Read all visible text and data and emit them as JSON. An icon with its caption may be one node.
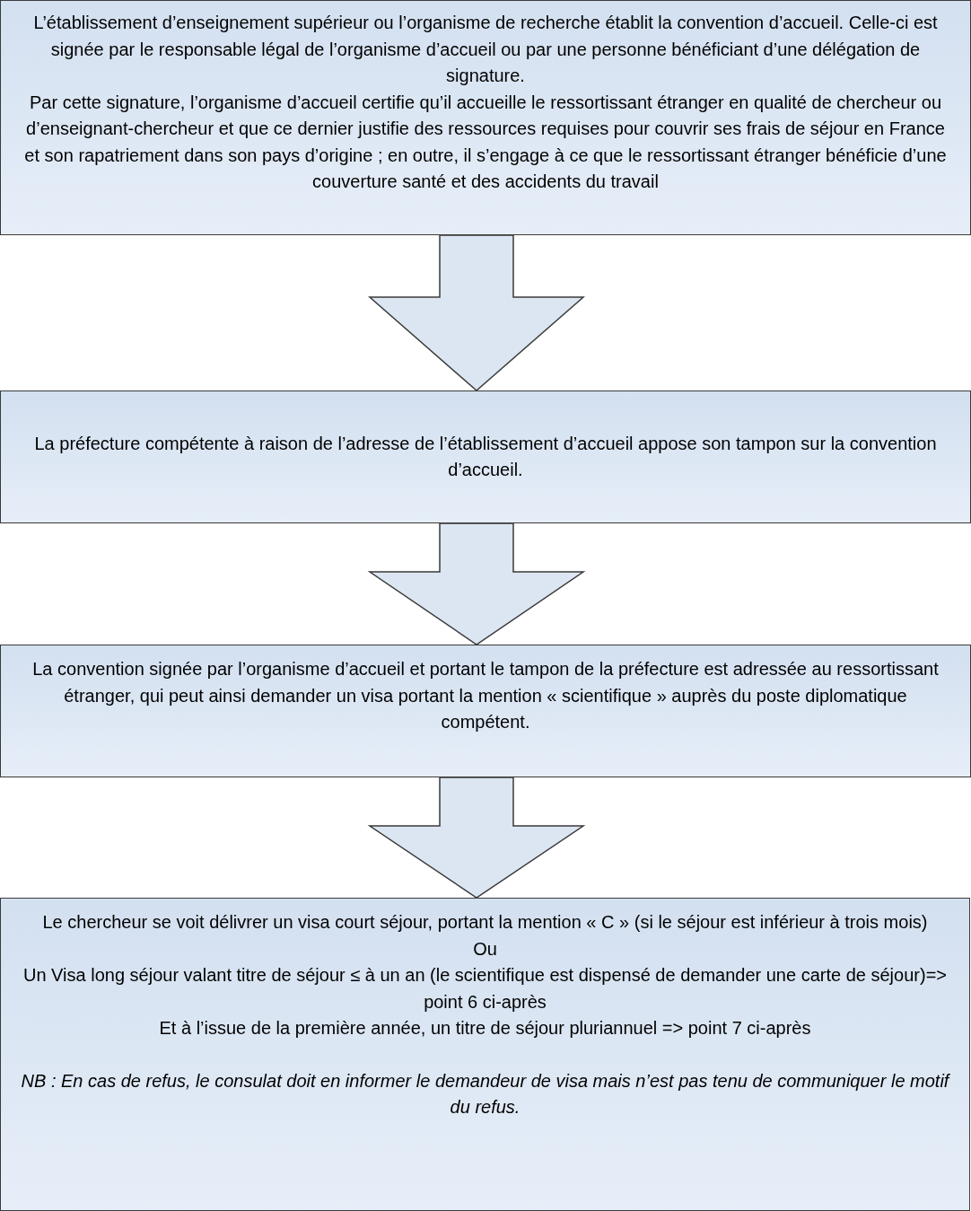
{
  "diagram": {
    "nodes": [
      {
        "text": [
          "L’établissement d’enseignement supérieur ou l’organisme de recherche établit la convention d’accueil. Celle-ci est signée par le responsable légal de l’organisme d’accueil ou par une personne bénéficiant d’une délégation de signature.",
          "Par cette signature, l’organisme d’accueil certifie qu’il accueille le ressortissant étranger en qualité de chercheur ou d’enseignant-chercheur et que ce dernier justifie des ressources requises pour couvrir ses frais de séjour en France et son rapatriement dans son pays d’origine ; en outre, il s’engage à ce que le ressortissant étranger bénéficie d’une couverture santé et des accidents du travail"
        ]
      },
      {
        "text": [
          "La préfecture compétente à raison de l’adresse de l’établissement d’accueil appose son tampon sur la convention d’accueil."
        ]
      },
      {
        "text": [
          "La convention signée par l’organisme d’accueil et portant le tampon de la préfecture est adressée au ressortissant étranger, qui peut ainsi demander un visa portant la mention « scientifique » auprès du poste diplomatique compétent."
        ]
      },
      {
        "text": [
          "Le chercheur se voit délivrer un visa court séjour, portant la mention « C » (si le séjour est inférieur à trois mois)",
          "Ou",
          "Un Visa long séjour valant titre de séjour ≤ à un an (le scientifique est dispensé de demander une carte de séjour)=> point 6 ci-après",
          "Et à l’issue de la première année, un titre de séjour pluriannuel => point 7 ci-après",
          "*NB : En cas de refus, le consulat doit en informer le demandeur de visa mais n’est pas tenu de communiquer le motif du refus.*"
        ]
      }
    ],
    "edges": [
      {
        "from": 0,
        "to": 1,
        "arrow": "to"
      },
      {
        "from": 1,
        "to": 2,
        "arrow": "to"
      },
      {
        "from": 2,
        "to": 3,
        "arrow": "to"
      }
    ]
  }
}
